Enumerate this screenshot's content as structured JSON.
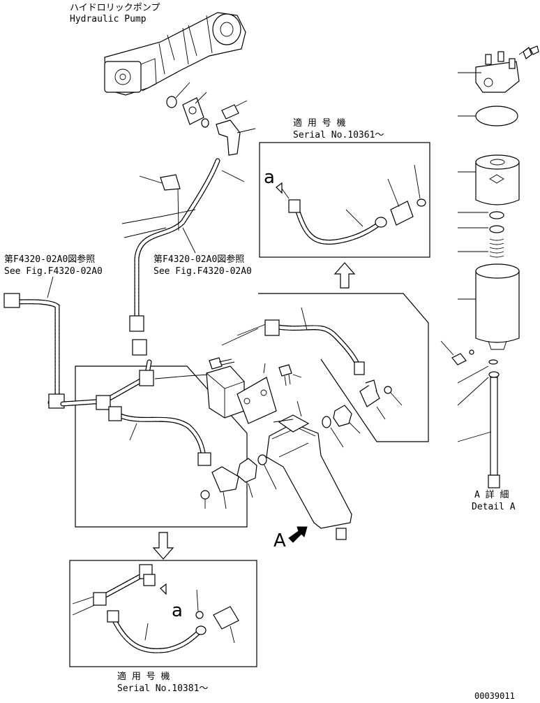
{
  "labels": {
    "pump_jp": "ハイドロリックポンプ",
    "pump_en": "Hydraulic Pump",
    "ref_left_jp": "第F4320-02A0図参照",
    "ref_left_en": "See Fig.F4320-02A0",
    "ref_mid_jp": "第F4320-02A0図参照",
    "ref_mid_en": "See Fig.F4320-02A0",
    "serial_top_jp": "適 用 号 機",
    "serial_top_en": "Serial No.10361～",
    "serial_bottom_jp": "適 用 号 機",
    "serial_bottom_en": "Serial No.10381～",
    "detail_jp": "A 詳 細",
    "detail_en": "Detail A",
    "view_a": "A",
    "marker_a_top": "a",
    "marker_a_bottom": "a",
    "drawing_number": "00039011"
  }
}
